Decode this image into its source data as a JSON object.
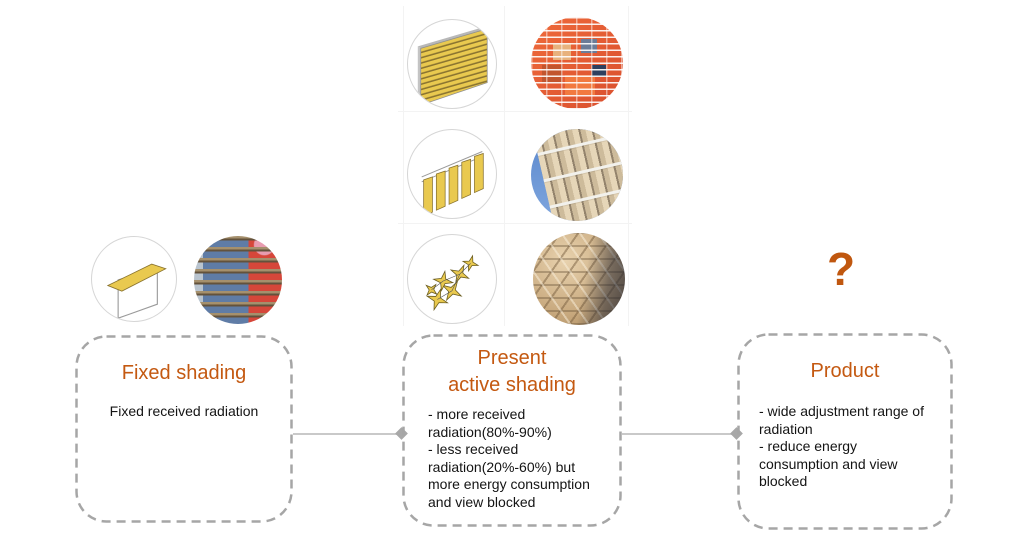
{
  "colors": {
    "accent_orange": "#C45911",
    "box_border_gray": "#A6A6A6",
    "connector_gray": "#C9C9C9",
    "diagram_yellow": "#E9C94F"
  },
  "question_mark": "?",
  "boxes": [
    {
      "id": "fixed-shading",
      "title": "Fixed shading",
      "body": "Fixed received radiation"
    },
    {
      "id": "present-active-shading",
      "title": "Present\nactive shading",
      "body": "- more received\nradiation(80%-90%)\n- less received\nradiation(20%-60%) but\nmore energy consumption\nand view blocked"
    },
    {
      "id": "product",
      "title": "Product",
      "body": "- wide adjustment range of\nradiation\n- reduce energy\nconsumption and view\nblocked"
    }
  ],
  "figures": {
    "fixed_shading": [
      "horizontal-overhang-diagram",
      "overhang-facade-photo"
    ],
    "present_active_shading": [
      "horizontal-louvers-diagram",
      "orange-louver-facade-photo",
      "vertical-fins-diagram",
      "vertical-fins-facade-photo",
      "origami-shading-diagram",
      "origami-facade-photo"
    ]
  }
}
